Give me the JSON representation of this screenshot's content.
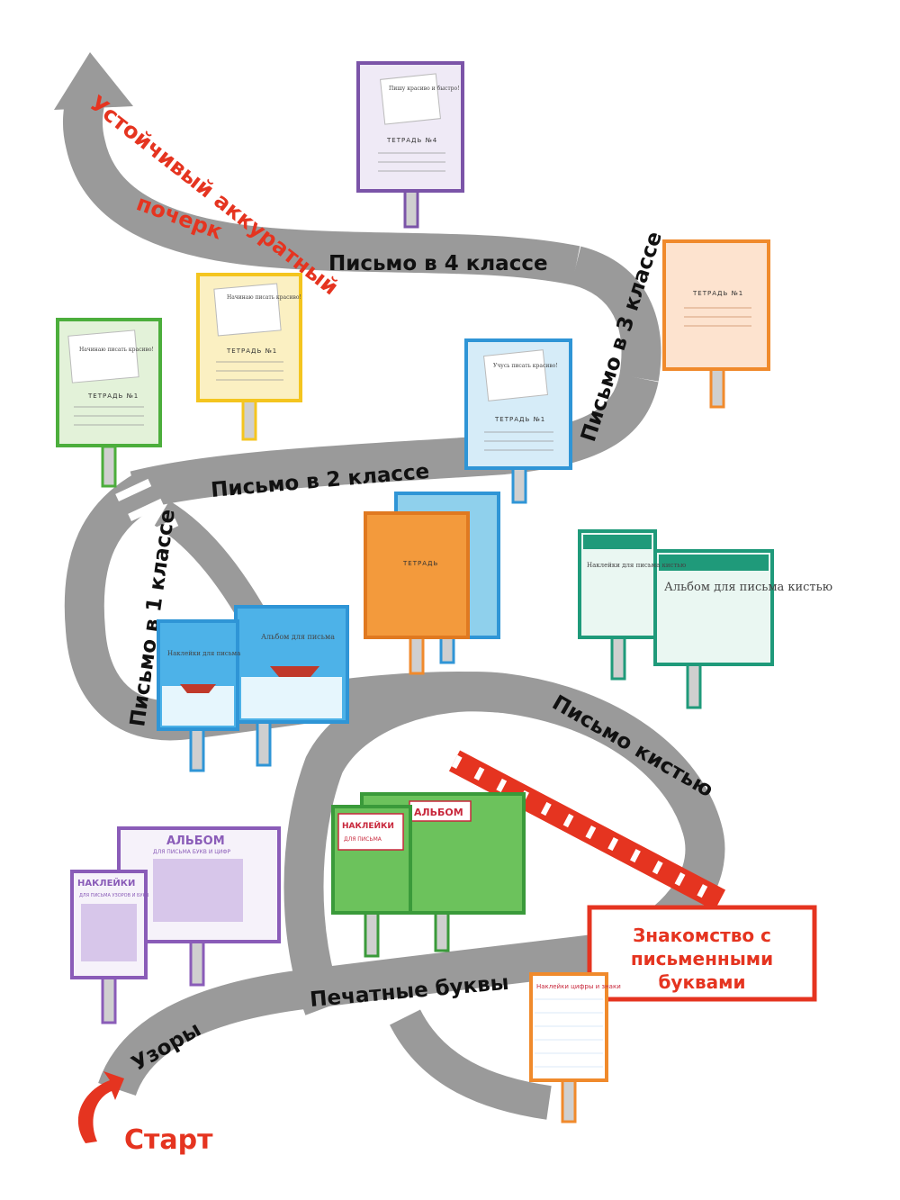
{
  "road_labels": {
    "patterns": "Узоры",
    "print_letters": "Печатные буквы",
    "brush_writing": "Письмо кистью",
    "grade1": "Письмо в 1 классе",
    "grade2": "Письмо в 2 классе",
    "grade3": "Письмо в 3 классе",
    "grade4": "Письмо в 4 классе"
  },
  "goal": {
    "line1": "Устойчивый аккуратный",
    "line2": "почерк"
  },
  "start_label": "Старт",
  "cursive_sign": {
    "line1": "Знакомство с",
    "line2": "письменными",
    "line3": "буквами"
  },
  "notebooks": {
    "label_caps": "ТЕТРАДЬ №1",
    "label_caps4": "ТЕТРАДЬ №4",
    "label_plain": "ТЕТРАДЬ",
    "cover_text": "Начинаю писать красиво!",
    "cover_text2": "Учусь писать красиво!",
    "cover_text4": "Пишу красиво и быстро!"
  },
  "albums": {
    "album_word": "АЛЬБОМ",
    "stickers_word": "НАКЛЕЙКИ",
    "for_writing": "ДЛЯ ПИСЬМА",
    "patterns_digits": "ДЛЯ ПИСЬМА БУКВ И ЦИФР",
    "patterns_letters": "ДЛЯ ПИСЬМА УЗОРОВ И БУКВ",
    "digits_signs": "Наклейки цифры и знаки",
    "brush_stickers": "Наклейки для письма кистью",
    "brush_album": "Альбом для письма кистью",
    "sea_stickers": "Наклейки для письма",
    "sea_album": "Альбом для письма"
  },
  "colors": {
    "road": "#9a9a9a",
    "accent_red": "#e53420",
    "purple": "#7b54a8",
    "green": "#4cae3c",
    "yellow": "#f4c51f",
    "blue": "#2f95d6",
    "orange": "#f08a2c"
  }
}
